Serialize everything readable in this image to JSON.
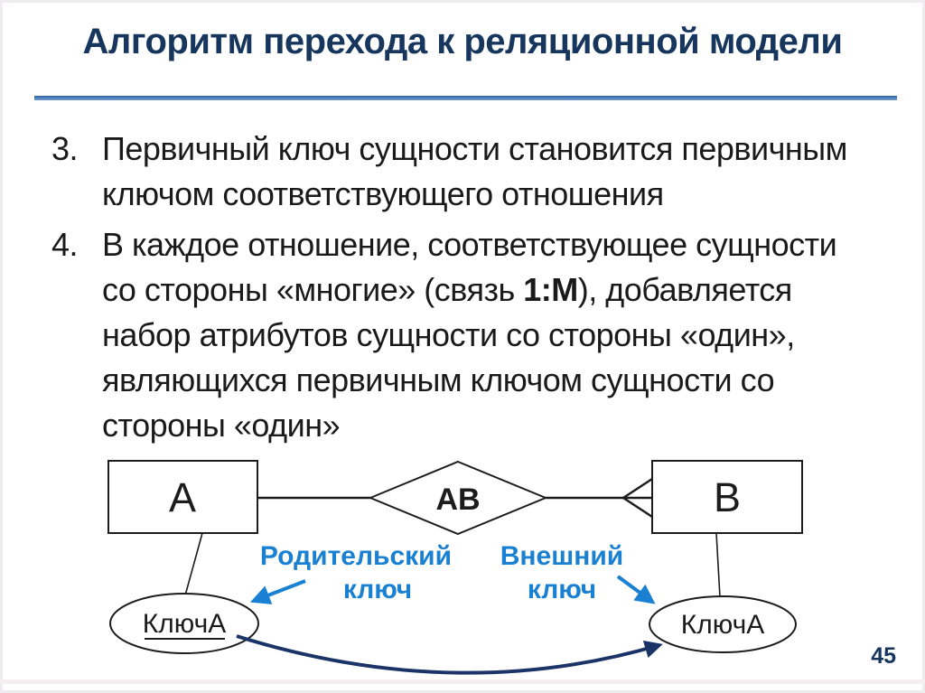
{
  "slide": {
    "title": "Алгоритм перехода к реляционной модели",
    "page_number": "45",
    "colors": {
      "title_navy": "#17365d",
      "divider_blue": "#4f81bd",
      "accent_blue": "#1a80d2",
      "migration_arrow_navy": "#1b3468",
      "diagram_stroke": "#1c1c1c"
    }
  },
  "list": {
    "items": [
      {
        "number": "3.",
        "lines": [
          "Первичный ключ сущности становится первичным",
          "ключом соответствующего отношения"
        ]
      },
      {
        "number": "4.",
        "line1": "В каждое отношение, соответствующее сущности",
        "line2_pre": "со стороны «многие» (связь ",
        "line2_bold": "1:М",
        "line2_post": "), добавляется",
        "line3": "набор атрибутов сущности со стороны «один»,",
        "line4": "являющихся первичным ключом сущности со",
        "line5": "стороны «один»"
      }
    ]
  },
  "diagram": {
    "entity_a": "А",
    "entity_b": "В",
    "relation": "АВ",
    "key_left": "КлючА",
    "key_right": "КлючА",
    "parent_key_label_line1": "Родительский",
    "parent_key_label_line2": "ключ",
    "foreign_key_label_line1": "Внешний",
    "foreign_key_label_line2": "ключ"
  }
}
